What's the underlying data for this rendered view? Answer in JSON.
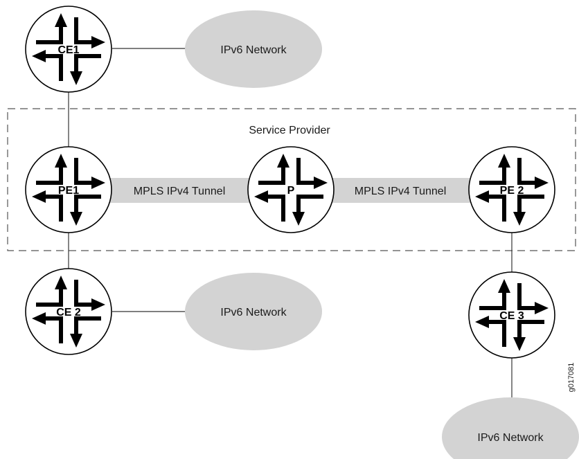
{
  "diagram": {
    "provider_label": "Service Provider",
    "tunnels": [
      {
        "label": "MPLS IPv4 Tunnel"
      },
      {
        "label": "MPLS IPv4 Tunnel"
      }
    ],
    "routers": [
      {
        "id": "ce1",
        "label": "CE1"
      },
      {
        "id": "pe1",
        "label": "PE1"
      },
      {
        "id": "p",
        "label": "P"
      },
      {
        "id": "pe2",
        "label": "PE 2"
      },
      {
        "id": "ce2",
        "label": "CE 2"
      },
      {
        "id": "ce3",
        "label": "CE 3"
      }
    ],
    "networks": [
      {
        "label": "IPv6 Network"
      },
      {
        "label": "IPv6 Network"
      },
      {
        "label": "IPv6 Network"
      }
    ],
    "figure_id": "g017081",
    "colors": {
      "network_fill": "#d3d3d3",
      "tunnel_fill": "#d3d3d3",
      "router_stroke": "#000000",
      "boundary_stroke": "#555555"
    }
  }
}
